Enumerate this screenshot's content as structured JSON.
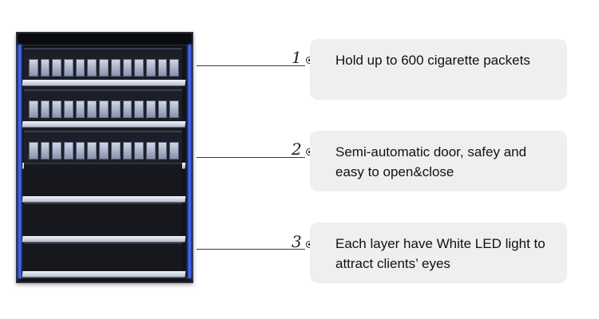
{
  "features": [
    {
      "number": "1",
      "text": "Hold up to 600 cigarette packets"
    },
    {
      "number": "2",
      "text": "Semi-automatic door, safey and easy to open&close"
    },
    {
      "number": "3",
      "text": "Each layer have White LED light to attract clients’ eyes"
    }
  ],
  "colors": {
    "led_accent": "#3d63ff",
    "box_bg": "#efeff1",
    "cabinet": "#111318"
  },
  "icons": [
    "target-dot-icon"
  ]
}
